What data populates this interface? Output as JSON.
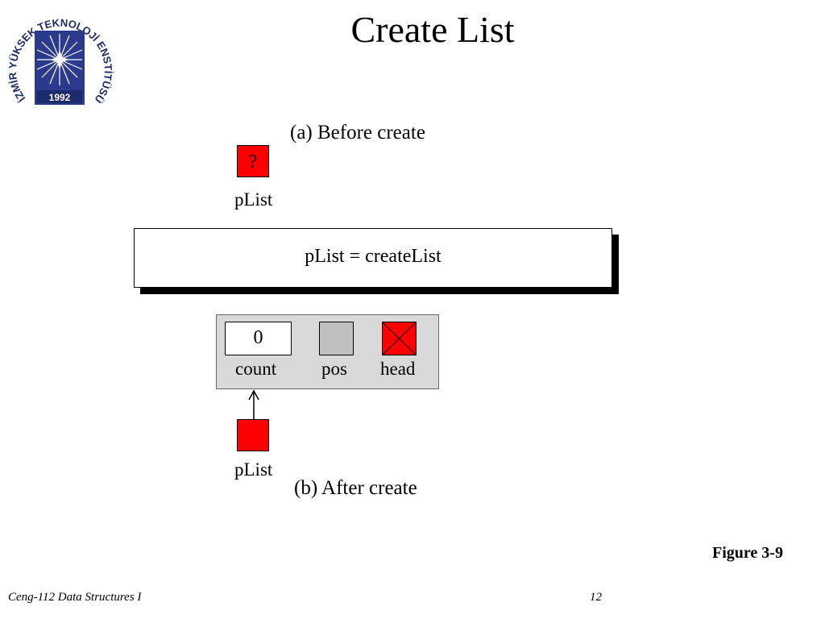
{
  "slide": {
    "title": "Create List",
    "figure_label": "Figure 3-9",
    "footer_course": "Ceng-112 Data Structures I",
    "page_number": "12"
  },
  "logo": {
    "ring_text": "İZMİR YÜKSEK TEKNOLOJİ ENSTİTÜSÜ",
    "year": "1992",
    "colors": {
      "field": "#2b3a8c",
      "star": "#ffffff",
      "accent": "#d91f26"
    }
  },
  "diagram": {
    "before": {
      "caption": "(a) Before create",
      "pointer_value": "?",
      "pointer_label": "pList"
    },
    "operation": "pList =  createList",
    "after": {
      "caption": "(b) After create",
      "pointer_label": "pList",
      "fields": [
        {
          "label": "count",
          "value": "0"
        },
        {
          "label": "pos",
          "value": ""
        },
        {
          "label": "head",
          "value": ""
        }
      ]
    },
    "colors": {
      "pointer": "#ff0000",
      "struct_bg": "#d9d9d9",
      "pos_fill": "#bfbfbf"
    }
  }
}
